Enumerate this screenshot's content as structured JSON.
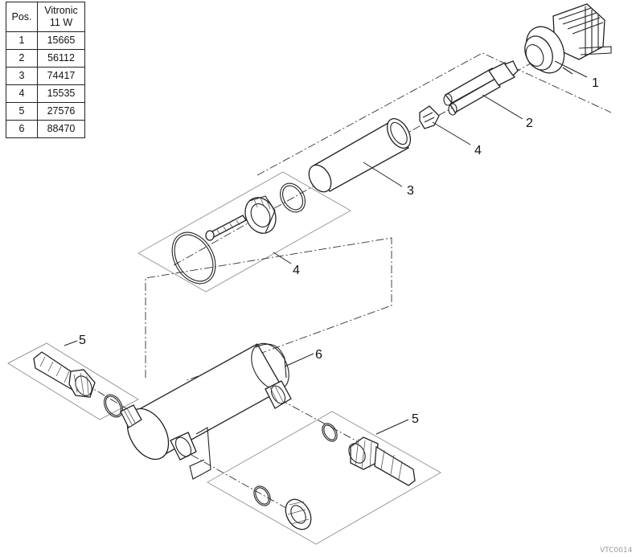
{
  "parts_table": {
    "col_pos": "Pos.",
    "col_model_line1": "Vitronic",
    "col_model_line2": "11 W",
    "rows": [
      {
        "pos": "1",
        "part": "15665"
      },
      {
        "pos": "2",
        "part": "56112"
      },
      {
        "pos": "3",
        "part": "74417"
      },
      {
        "pos": "4",
        "part": "15535"
      },
      {
        "pos": "5",
        "part": "27576"
      },
      {
        "pos": "6",
        "part": "88470"
      }
    ]
  },
  "callouts": {
    "unit_head": "1",
    "uvc_lamp": "2",
    "lamp_clip": "4",
    "quartz_tube": "3",
    "seal_kit": "4",
    "hose_tail_left": "5",
    "housing": "6",
    "hose_tail_right": "5"
  },
  "drawing_code": "VTC0014"
}
